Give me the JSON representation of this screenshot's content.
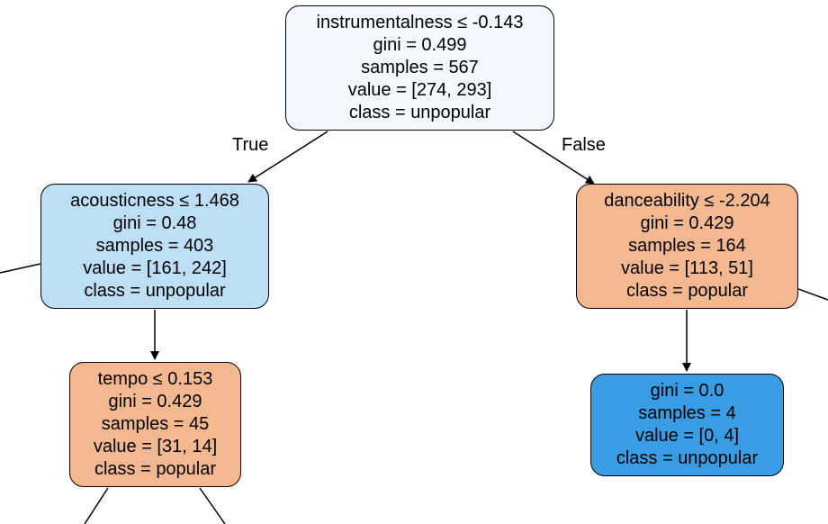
{
  "colors": {
    "root_fill": "#f2f8fd",
    "unpopular_light_fill": "#bddff6",
    "popular_fill": "#f3b890",
    "unpopular_pure_fill": "#399de5",
    "edge": "#000000"
  },
  "edge_labels": {
    "true_label": "True",
    "false_label": "False"
  },
  "nodes": {
    "root": {
      "split": "instrumentalness ≤ -0.143",
      "gini": "gini = 0.499",
      "samples": "samples = 567",
      "value": "value = [274, 293]",
      "class": "class = unpopular"
    },
    "left": {
      "split": "acousticness ≤ 1.468",
      "gini": "gini = 0.48",
      "samples": "samples = 403",
      "value": "value = [161, 242]",
      "class": "class = unpopular"
    },
    "right": {
      "split": "danceability ≤ -2.204",
      "gini": "gini = 0.429",
      "samples": "samples = 164",
      "value": "value = [113, 51]",
      "class": "class = popular"
    },
    "left_left": {
      "split": "tempo ≤ 0.153",
      "gini": "gini = 0.429",
      "samples": "samples = 45",
      "value": "value = [31, 14]",
      "class": "class = popular"
    },
    "right_left": {
      "gini": "gini = 0.0",
      "samples": "samples = 4",
      "value": "value = [0, 4]",
      "class": "class = unpopular"
    }
  }
}
